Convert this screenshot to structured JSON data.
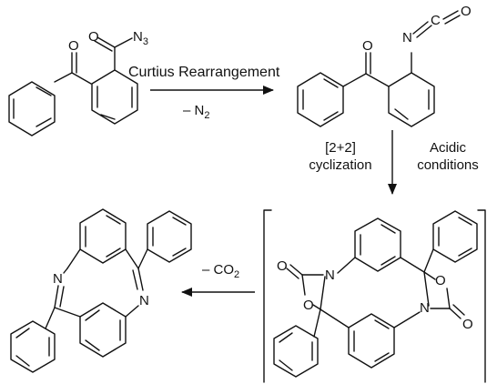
{
  "arrow1": {
    "label_top": "Curtius Rearrangement",
    "label_bottom_prefix": "– N",
    "label_bottom_sub": "2"
  },
  "arrow2": {
    "left_line1": "[2+2]",
    "left_line2": "cyclization",
    "right_line1": "Acidic",
    "right_line2": "conditions"
  },
  "arrow3": {
    "label_prefix": "– CO",
    "label_sub": "2"
  },
  "atoms": {
    "oxygen": "O",
    "nitrogen": "N",
    "azide_n": "N",
    "azide_sub": "3",
    "isocyanate_c": "C"
  }
}
